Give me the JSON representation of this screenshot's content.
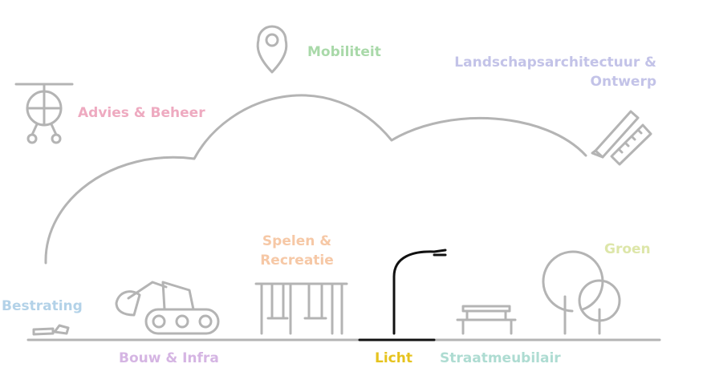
{
  "colors": {
    "line": "#b4b4b4",
    "active_line": "#111111",
    "advies": "#eeaac0",
    "mobiliteit": "#a9d9a9",
    "landschap": "#c3c3e8",
    "bestrating": "#b3d2e8",
    "bouw": "#d5b5e3",
    "spelen": "#f6c8a6",
    "licht": "#e6c31e",
    "straatmeubilair": "#aedcd2",
    "groen": "#dde6a9"
  },
  "categories": {
    "advies": {
      "label": "Advies & Beheer",
      "icon": "drone-icon"
    },
    "mobiliteit": {
      "label": "Mobiliteit",
      "icon": "map-pin-icon"
    },
    "landschap": {
      "line1": "Landschapsarchitectuur &",
      "line2": "Ontwerp",
      "icon": "pencil-ruler-icon"
    },
    "bestrating": {
      "label": "Bestrating",
      "icon": "paving-stones-icon"
    },
    "bouw": {
      "label": "Bouw & Infra",
      "icon": "excavator-icon"
    },
    "spelen": {
      "line1": "Spelen &",
      "line2": "Recreatie",
      "icon": "swing-set-icon"
    },
    "licht": {
      "label": "Licht",
      "icon": "street-lamp-icon",
      "active": true
    },
    "straatmeubilair": {
      "label": "Straatmeubilair",
      "icon": "bench-icon"
    },
    "groen": {
      "label": "Groen",
      "icon": "trees-icon"
    }
  }
}
